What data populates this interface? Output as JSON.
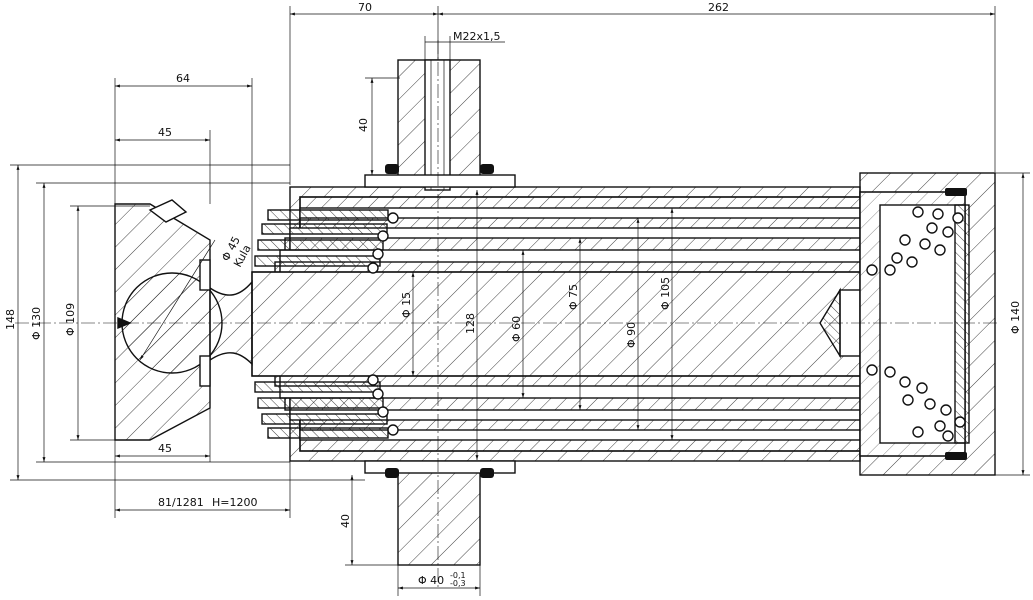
{
  "dimensions": {
    "d70": "70",
    "d262": "262",
    "thread": "M22x1,5",
    "d64": "64",
    "d45_top": "45",
    "d45_bottom": "45",
    "d40_top": "40",
    "d40_bottom": "40",
    "d148": "148",
    "dia130": "Φ 130",
    "dia109": "Φ 109",
    "ball": "Φ 45",
    "ball_word": "Kula",
    "dia15": "Φ 15",
    "d128": "128",
    "dia60": "Φ 60",
    "dia75": "Φ 75",
    "dia90": "Φ 90",
    "dia105": "Φ 105",
    "dia140": "Φ 140",
    "stroke": "81/1281",
    "height": "H=1200",
    "pin": "Φ 40",
    "tol_top": "-0,1",
    "tol_bottom": "-0,3"
  }
}
